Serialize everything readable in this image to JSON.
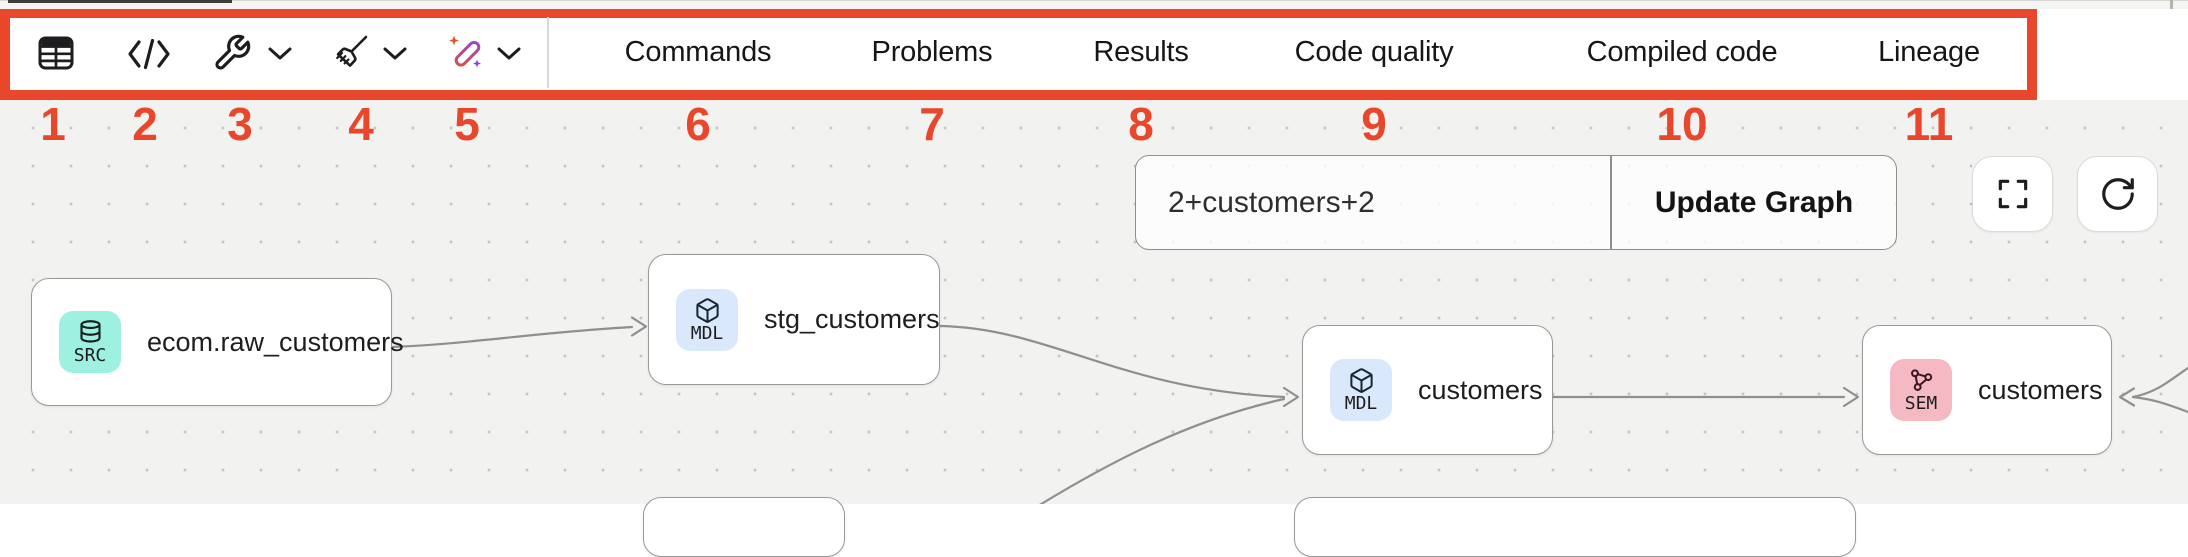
{
  "colors": {
    "annotation_red": "#e8472b",
    "canvas_bg": "#f2f2f1",
    "badge_src": "#9ef1e0",
    "badge_mdl": "#d9e8fb",
    "badge_sem": "#f5b9c4",
    "edge_gray": "#8f8f8f"
  },
  "annotation": {
    "numbers": [
      "1",
      "2",
      "3",
      "4",
      "5",
      "6",
      "7",
      "8",
      "9",
      "10",
      "11"
    ]
  },
  "toolbar": {
    "icon_buttons": [
      {
        "icon": "table-icon"
      },
      {
        "icon": "code-icon"
      },
      {
        "icon": "wrench-icon",
        "dropdown": true
      },
      {
        "icon": "broom-icon",
        "dropdown": true
      },
      {
        "icon": "magic-wand-icon",
        "dropdown": true
      }
    ],
    "tabs": [
      "Commands",
      "Problems",
      "Results",
      "Code quality",
      "Compiled code",
      "Lineage"
    ]
  },
  "lineage_controls": {
    "filter_value": "2+customers+2",
    "update_button": "Update Graph"
  },
  "canvas_buttons": [
    {
      "icon": "fullscreen-icon"
    },
    {
      "icon": "refresh-icon"
    }
  ],
  "graph": {
    "nodes": [
      {
        "type": "SRC",
        "label": "ecom.raw_customers",
        "icon": "database-icon"
      },
      {
        "type": "MDL",
        "label": "stg_customers",
        "icon": "cube-icon"
      },
      {
        "type": "MDL",
        "label": "customers",
        "icon": "cube-icon"
      },
      {
        "type": "SEM",
        "label": "customers",
        "icon": "semantic-model-icon"
      }
    ],
    "edges": [
      {
        "from": "ecom.raw_customers",
        "to": "stg_customers"
      },
      {
        "from": "stg_customers",
        "to": "customers-mdl"
      },
      {
        "from": "offscreen-bottom",
        "to": "customers-mdl"
      },
      {
        "from": "customers-mdl",
        "to": "customers-sem"
      },
      {
        "from": "customers-sem",
        "to": "offscreen-right-upper"
      },
      {
        "from": "customers-sem",
        "to": "offscreen-right-lower"
      }
    ]
  }
}
